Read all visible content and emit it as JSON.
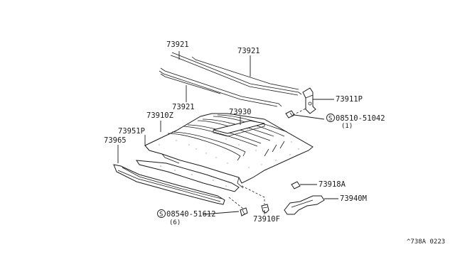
{
  "labels": {
    "bow_top_left": "73921",
    "bow_top_right": "73921",
    "bow_bottom": "73921",
    "lining": "73910Z",
    "pad": "73930",
    "strip": "73951P",
    "garnish": "73965",
    "bracket_top": "73911P",
    "screw_top": "08510-51042",
    "screw_top_qty": "(1)",
    "screw_bottom": "08540-51612",
    "screw_bottom_qty": "(6)",
    "clip": "73910F",
    "clip_a": "73918A",
    "handle": "73940M",
    "screw_symbol": "S"
  },
  "ref_code": "^738A 0223"
}
